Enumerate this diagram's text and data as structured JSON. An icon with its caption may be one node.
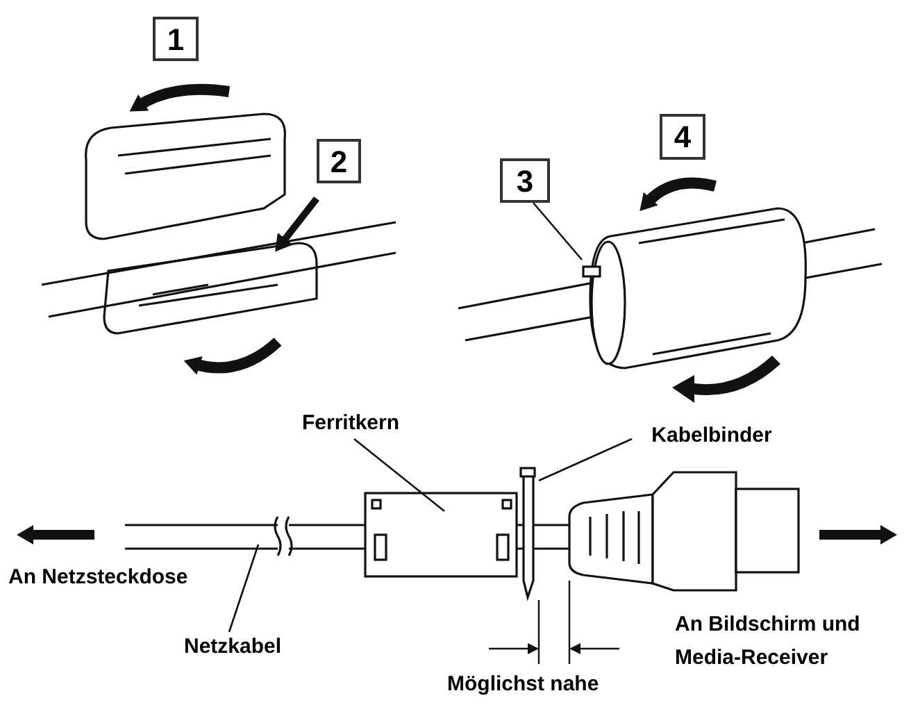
{
  "diagram": {
    "nodes": [
      {
        "text": [
          "1"
        ]
      },
      {
        "text": [
          "2"
        ]
      },
      {
        "text": [
          "3"
        ]
      },
      {
        "text": [
          "4"
        ]
      },
      {
        "text": [
          "Ferritkern"
        ]
      },
      {
        "text": [
          "Kabelbinder"
        ]
      },
      {
        "text": [
          "Netzkabel"
        ]
      }
    ],
    "edges": [
      {
        "from": 2,
        "to": null,
        "arrow": "none"
      },
      {
        "from": 4,
        "to": null,
        "arrow": "none"
      },
      {
        "from": 5,
        "to": null,
        "arrow": "none"
      },
      {
        "from": 6,
        "to": null,
        "arrow": "none"
      }
    ],
    "labels": [
      "An Netzsteckdose",
      "An Bildschirm und Media-Receiver",
      "Möglichst nahe"
    ]
  }
}
